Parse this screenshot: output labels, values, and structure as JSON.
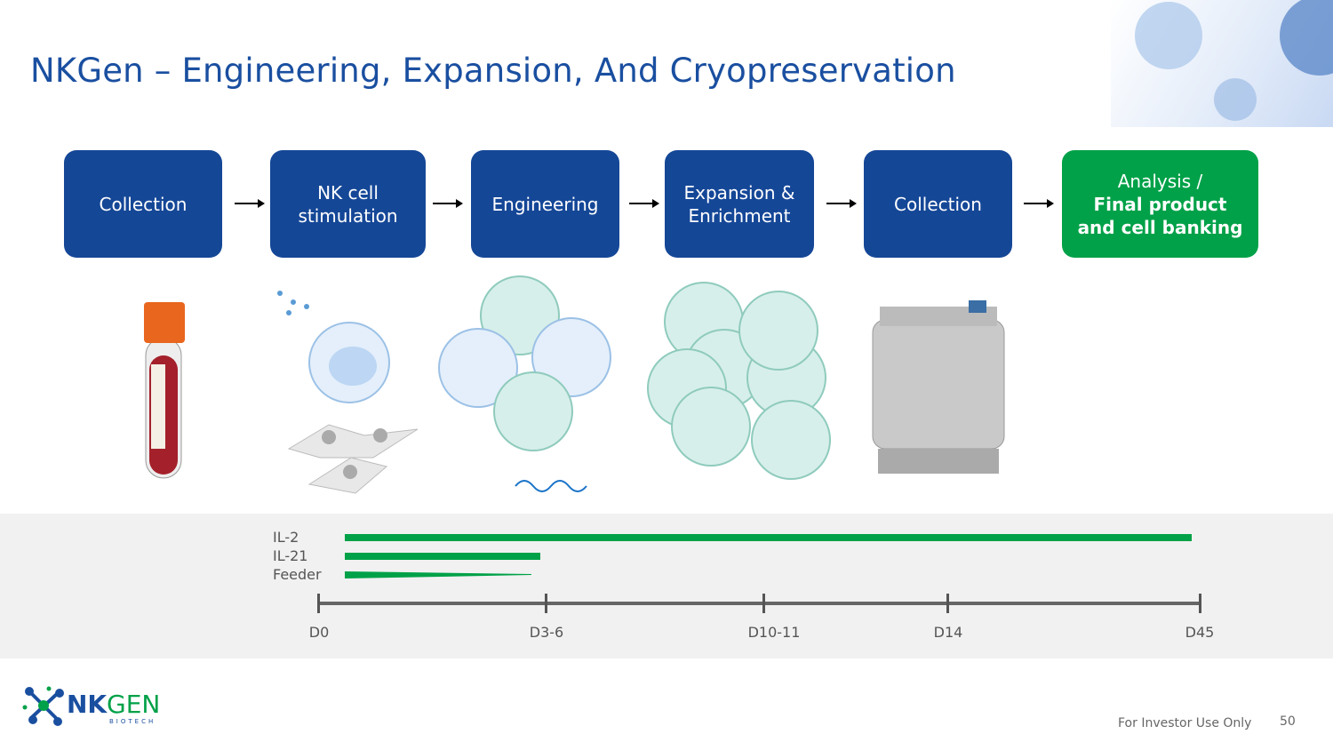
{
  "title": "NKGen – Engineering, Expansion, And Cryopreservation",
  "steps": [
    {
      "line1": "Collection"
    },
    {
      "line1": "NK cell",
      "line2": "stimulation"
    },
    {
      "line1": "Engineering"
    },
    {
      "line1": "Expansion &",
      "line2": "Enrichment"
    },
    {
      "line1": "Collection"
    },
    {
      "line1": "Analysis /",
      "line2": "Final product",
      "line3": "and cell banking"
    }
  ],
  "timeline": {
    "bars": [
      {
        "label": "IL-2",
        "start": "D0",
        "end": "D45"
      },
      {
        "label": "IL-21",
        "start": "D0",
        "end": "D3-6"
      },
      {
        "label": "Feeder",
        "start": "D0",
        "end": "D3-6",
        "style": "tapering"
      }
    ],
    "ticks": [
      "D0",
      "D3-6",
      "D10-11",
      "D14",
      "D45"
    ]
  },
  "logo": {
    "name_a": "NK",
    "name_b": "GEN",
    "sub": "BIOTECH"
  },
  "footer": {
    "note": "For Investor Use Only",
    "page": "50"
  },
  "colors": {
    "blue": "#154797",
    "green": "#00a148",
    "title": "#1a4fa0"
  }
}
